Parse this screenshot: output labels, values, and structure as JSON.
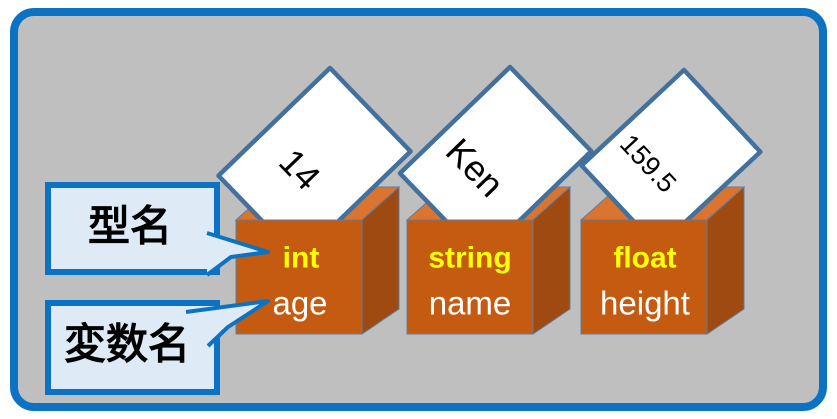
{
  "diagram": {
    "title_semantics": "variable-box-diagram",
    "colors": {
      "canvas_background": "#bfbfbf",
      "frame_border": "#0c73c4",
      "box_front": "#c55a11",
      "box_side": "#9e4a10",
      "box_top": "#db742e",
      "box_edge": "#5b7fa6",
      "card_fill": "#ffffff",
      "card_border": "#41719c",
      "type_text": "#ffff00",
      "name_text": "#ffffff",
      "callout_fill": "#deebf7",
      "callout_border": "#0c73c4",
      "callout_text": "#000000"
    }
  },
  "callouts": {
    "type": {
      "label": "型名"
    },
    "variable": {
      "label": "変数名"
    }
  },
  "variables": [
    {
      "type": "int",
      "name": "age",
      "value": "14"
    },
    {
      "type": "string",
      "name": "name",
      "value": "Ken"
    },
    {
      "type": "float",
      "name": "height",
      "value": "159.5"
    }
  ]
}
